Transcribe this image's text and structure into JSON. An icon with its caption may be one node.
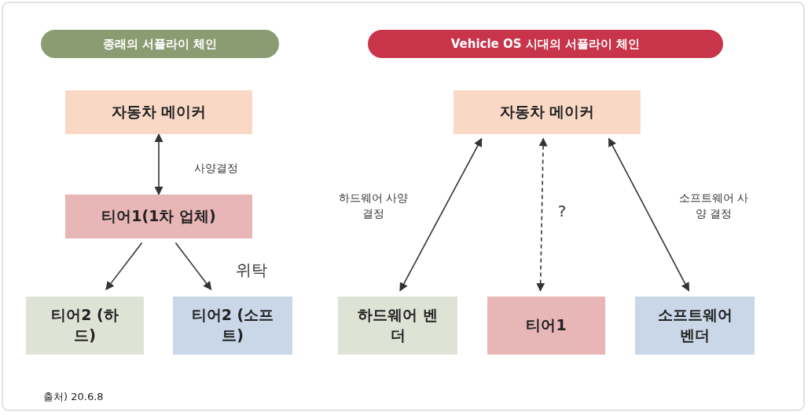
{
  "diagram": {
    "nodes": [
      {
        "text": [
          "종래의 서플라이 체인"
        ]
      },
      {
        "text": [
          "자동차 메이커"
        ]
      },
      {
        "text": [
          "티어1(1차 업체)"
        ]
      },
      {
        "text": [
          "티어2 (하드)"
        ]
      },
      {
        "text": [
          "티어2 (소프트)"
        ]
      },
      {
        "text": [
          "Vehicle OS 시대의 서플라이 체인"
        ]
      },
      {
        "text": [
          "자동차 메이커"
        ]
      },
      {
        "text": [
          "하드웨어 벤더"
        ]
      },
      {
        "text": [
          "티어1"
        ]
      },
      {
        "text": [
          "소프트웨어 벤더"
        ]
      }
    ],
    "edges": [
      {
        "from": 1,
        "to": 2,
        "arrow": "both",
        "label": "사양결정"
      },
      {
        "from": 2,
        "to": 3,
        "arrow": "to"
      },
      {
        "from": 2,
        "to": 4,
        "arrow": "to",
        "label": "위탁"
      },
      {
        "from": 7,
        "to": 6,
        "arrow": "both",
        "label": "하드웨어 사양 결정"
      },
      {
        "from": 8,
        "to": 6,
        "arrow": "both",
        "label": "?",
        "style": "dashed"
      },
      {
        "from": 9,
        "to": 6,
        "arrow": "both",
        "label": "소프트웨어 사양 결정"
      }
    ],
    "labels": [
      "출처) 20.6.8"
    ]
  }
}
